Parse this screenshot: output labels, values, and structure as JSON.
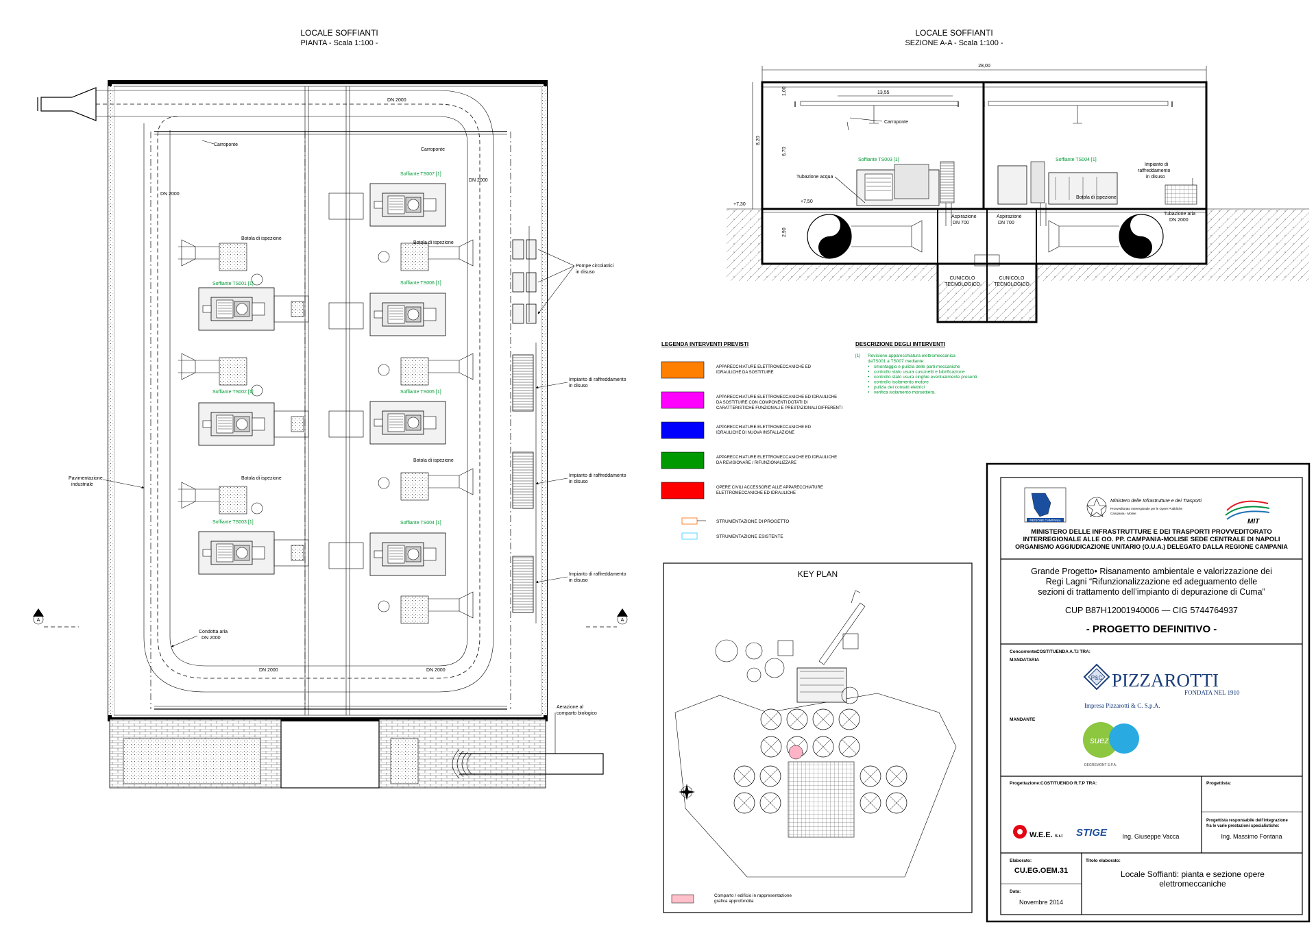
{
  "plan": {
    "title": "LOCALE SOFFIANTI",
    "subtitle": "PIANTA  - Scala 1:100 -",
    "labels": {
      "dn2000_top": "DN 2000",
      "dn2000_left": "DN 2000",
      "dn2000_right": "DN 2000",
      "dn2000_bottom_left": "DN 2000",
      "dn2000_bottom_right": "DN 2000",
      "carroponte_1": "Carroponte",
      "carroponte_2": "Carroponte",
      "botola_1": "Botola di ispezione",
      "botola_2": "Botola di ispezione",
      "botola_3": "Botola di ispezione",
      "botola_4": "Botola di ispezione",
      "pompe_1": "Pompe circolatrici",
      "pompe_2": "in disuso",
      "raff_a1": "Impianto di raffreddamento",
      "raff_a2": "in disuso",
      "raff_b1": "Impianto di raffreddamento",
      "raff_b2": "in disuso",
      "raff_c1": "Impianto di raffreddamento",
      "raff_c2": "in disuso",
      "pav_1": "Pavimentazione",
      "pav_2": "industriale",
      "condotta_1": "Condotta aria",
      "condotta_2": "DN 2000",
      "aerazione_1": "Aerazione al",
      "aerazione_2": "comparto biologico",
      "section_mark_left": "A",
      "section_mark_right": "A"
    },
    "blowers": [
      {
        "label": "Soffiante TS001 [1]"
      },
      {
        "label": "Soffiante TS002 [1]"
      },
      {
        "label": "Soffiante TS003 [1]"
      },
      {
        "label": "Soffiante TS007 [1]"
      },
      {
        "label": "Soffiante TS006 [1]"
      },
      {
        "label": "Soffiante TS005 [1]"
      },
      {
        "label": "Soffiante TS004 [1]"
      }
    ]
  },
  "section": {
    "title": "LOCALE SOFFIANTI",
    "subtitle": "SEZIONE A-A  - Scala 1:100 -",
    "dims": {
      "total": "28,00",
      "half": "13,55",
      "h_total": "8,20",
      "h_upper": "6,70",
      "h_top": "1,00",
      "h_lower": "2,90",
      "lvl_1": "+7,30",
      "lvl_2": "+7,50"
    },
    "labels": {
      "carroponte": "Carroponte",
      "ts003": "Soffiante TS003 [1]",
      "ts004": "Soffiante TS004 [1]",
      "tubazione_acqua": "Tubazione acqua",
      "botola": "Botola di ispezione",
      "aspirazione_1a": "Aspirazione",
      "aspirazione_1b": "DN 700",
      "aspirazione_2a": "Aspirazione",
      "aspirazione_2b": "DN 700",
      "raff_1": "Impianto di",
      "raff_2": "raffreddamento",
      "raff_3": "in disuso",
      "tub_aria_1": "Tubazione aria",
      "tub_aria_2": "DN 2000",
      "cunicolo_1a": "CUNICOLO",
      "cunicolo_1b": "TECNOLOGICO",
      "cunicolo_2a": "CUNICOLO",
      "cunicolo_2b": "TECNOLOGICO"
    }
  },
  "legend": {
    "title": "LEGENDA INTERVENTI PREVISTI",
    "items": [
      {
        "color": "#ff8000",
        "text1": "APPARECCHIATURE ELETTROMECCANICHE ED",
        "text2": "IDRAULICHE DA SOSTITUIRE",
        "text3": ""
      },
      {
        "color": "#ff00ff",
        "text1": "APPARECCHIATURE ELETTROMECCANICHE ED IDRAULICHE",
        "text2": "DA SOSTITUIRE CON COMPONENTI DOTATI DI",
        "text3": "CARATTERISTICHE FUNZIONALI E PRESTAZIONALI DIFFERENTI"
      },
      {
        "color": "#0000ff",
        "text1": "APPARECCHIATURE ELETTROMECCANICHE ED",
        "text2": "IDRAULICHE DI NUOVA INSTALLAZIONE",
        "text3": ""
      },
      {
        "color": "#009900",
        "text1": "APPARECCHIATURE ELETTROMECCANICHE ED IDRAULICHE",
        "text2": "DA REVISIONARE  / RIFUNZIONALIZZARE",
        "text3": ""
      },
      {
        "color": "#ff0000",
        "text1": "OPERE CIVILI ACCESSORIE ALLE APPARECCHIATURE",
        "text2": "ELETTROMECCANICHE ED IDRAULICHE",
        "text3": ""
      }
    ],
    "instr_new": "STRUMENTAZIONE DI PROGETTO",
    "instr_existing": "STRUMENTAZIONE ESISTENTE",
    "instr_new_color": "#ff6600",
    "instr_existing_color": "#33ccff"
  },
  "description": {
    "title": "DESCRIZIONE DEGLI INTERVENTI",
    "ref": "[1]",
    "lines": [
      "Revisione apparecchiatura elettromeccanica",
      "daTS001 a TS007 mediante:"
    ],
    "bullets": [
      "smontaggio e pulizia delle parti meccaniche",
      "controllo stato usura cuscinetti e lubrificazione",
      "controllo stato usura cinghie eventualmente presenti",
      "controllo isolamento motore",
      "pulizia dei contatti elettrici",
      "verifica isolamento morsettiera."
    ]
  },
  "keyplan": {
    "title": "KEY PLAN",
    "legend": "Comparto / edificio in rappresentazione",
    "legend2": "grafica approfondita"
  },
  "titleblock": {
    "logo_campania": "REGIONE CAMPANIA",
    "ministry_1": "Ministero delle Infrastrutture e dei Trasporti",
    "ministry_2": "Provveditorato Interregionale per le Opere Pubbliche",
    "ministry_3": "Campania - Molise",
    "logo_mit": "MIT",
    "authority_1": "MINISTERO DELLE INFRASTRUTTURE E DEI TRASPORTI PROVVEDITORATO",
    "authority_2": "INTERREGIONALE ALLE OO. PP. CAMPANIA-MOLISE SEDE CENTRALE DI NAPOLI",
    "authority_3": "ORGANISMO AGGIUDICAZIONE UNITARIO (O.U.A.) DELEGATO DALLA REGIONE CAMPANIA",
    "project_1": "Grande Progetto• Risanamento ambientale e valorizzazione dei",
    "project_2": "Regi Lagni “Rifunzionalizzazione ed adeguamento delle",
    "project_3": "sezioni di trattamento dell’impianto di depurazione di Cuma”",
    "cup": "CUP B87H12001940006 — CIG 5744764937",
    "phase": "- PROGETTO DEFINITIVO -",
    "concorrente_label": "Concorrente:",
    "concorrente_value": "COSTITUENDA A.T.I TRA:",
    "mandataria": "MANDATARIA",
    "pizzarotti": "PIZZAROTTI",
    "pizzarotti_sub": "FONDATA NEL 1910",
    "pizzarotti_caption": "Impresa Pizzarotti & C. S.p.A.",
    "pc_mark": "P&C",
    "mandante": "MANDANTE",
    "suez": "suez",
    "degremont": "DEGREMONT S.P.A.",
    "progettazione_label": "Progettazione:",
    "progettazione_value": "COSTITUENDO R.T.P TRA:",
    "progettista_label": "Progettista:",
    "wee": "W.E.E.",
    "wee_suffix": "S.r.l",
    "stige": "STIGE",
    "vacca": "Ing. Giuseppe Vacca",
    "resp_1": "Progettista responsabile dell'integrazione",
    "resp_2": "fra le varie prestazioni specialistiche:",
    "fontana": "Ing. Massimo Fontana",
    "elaborato_label": "Elaborato:",
    "elaborato_value": "CU.EG.OEM.31",
    "titolo_label": "Titolo elaborato:",
    "titolo_1": "Locale Soffianti: pianta e sezione opere",
    "titolo_2": "elettromeccaniche",
    "data_label": "Data:",
    "data_value": "Novembre 2014"
  }
}
